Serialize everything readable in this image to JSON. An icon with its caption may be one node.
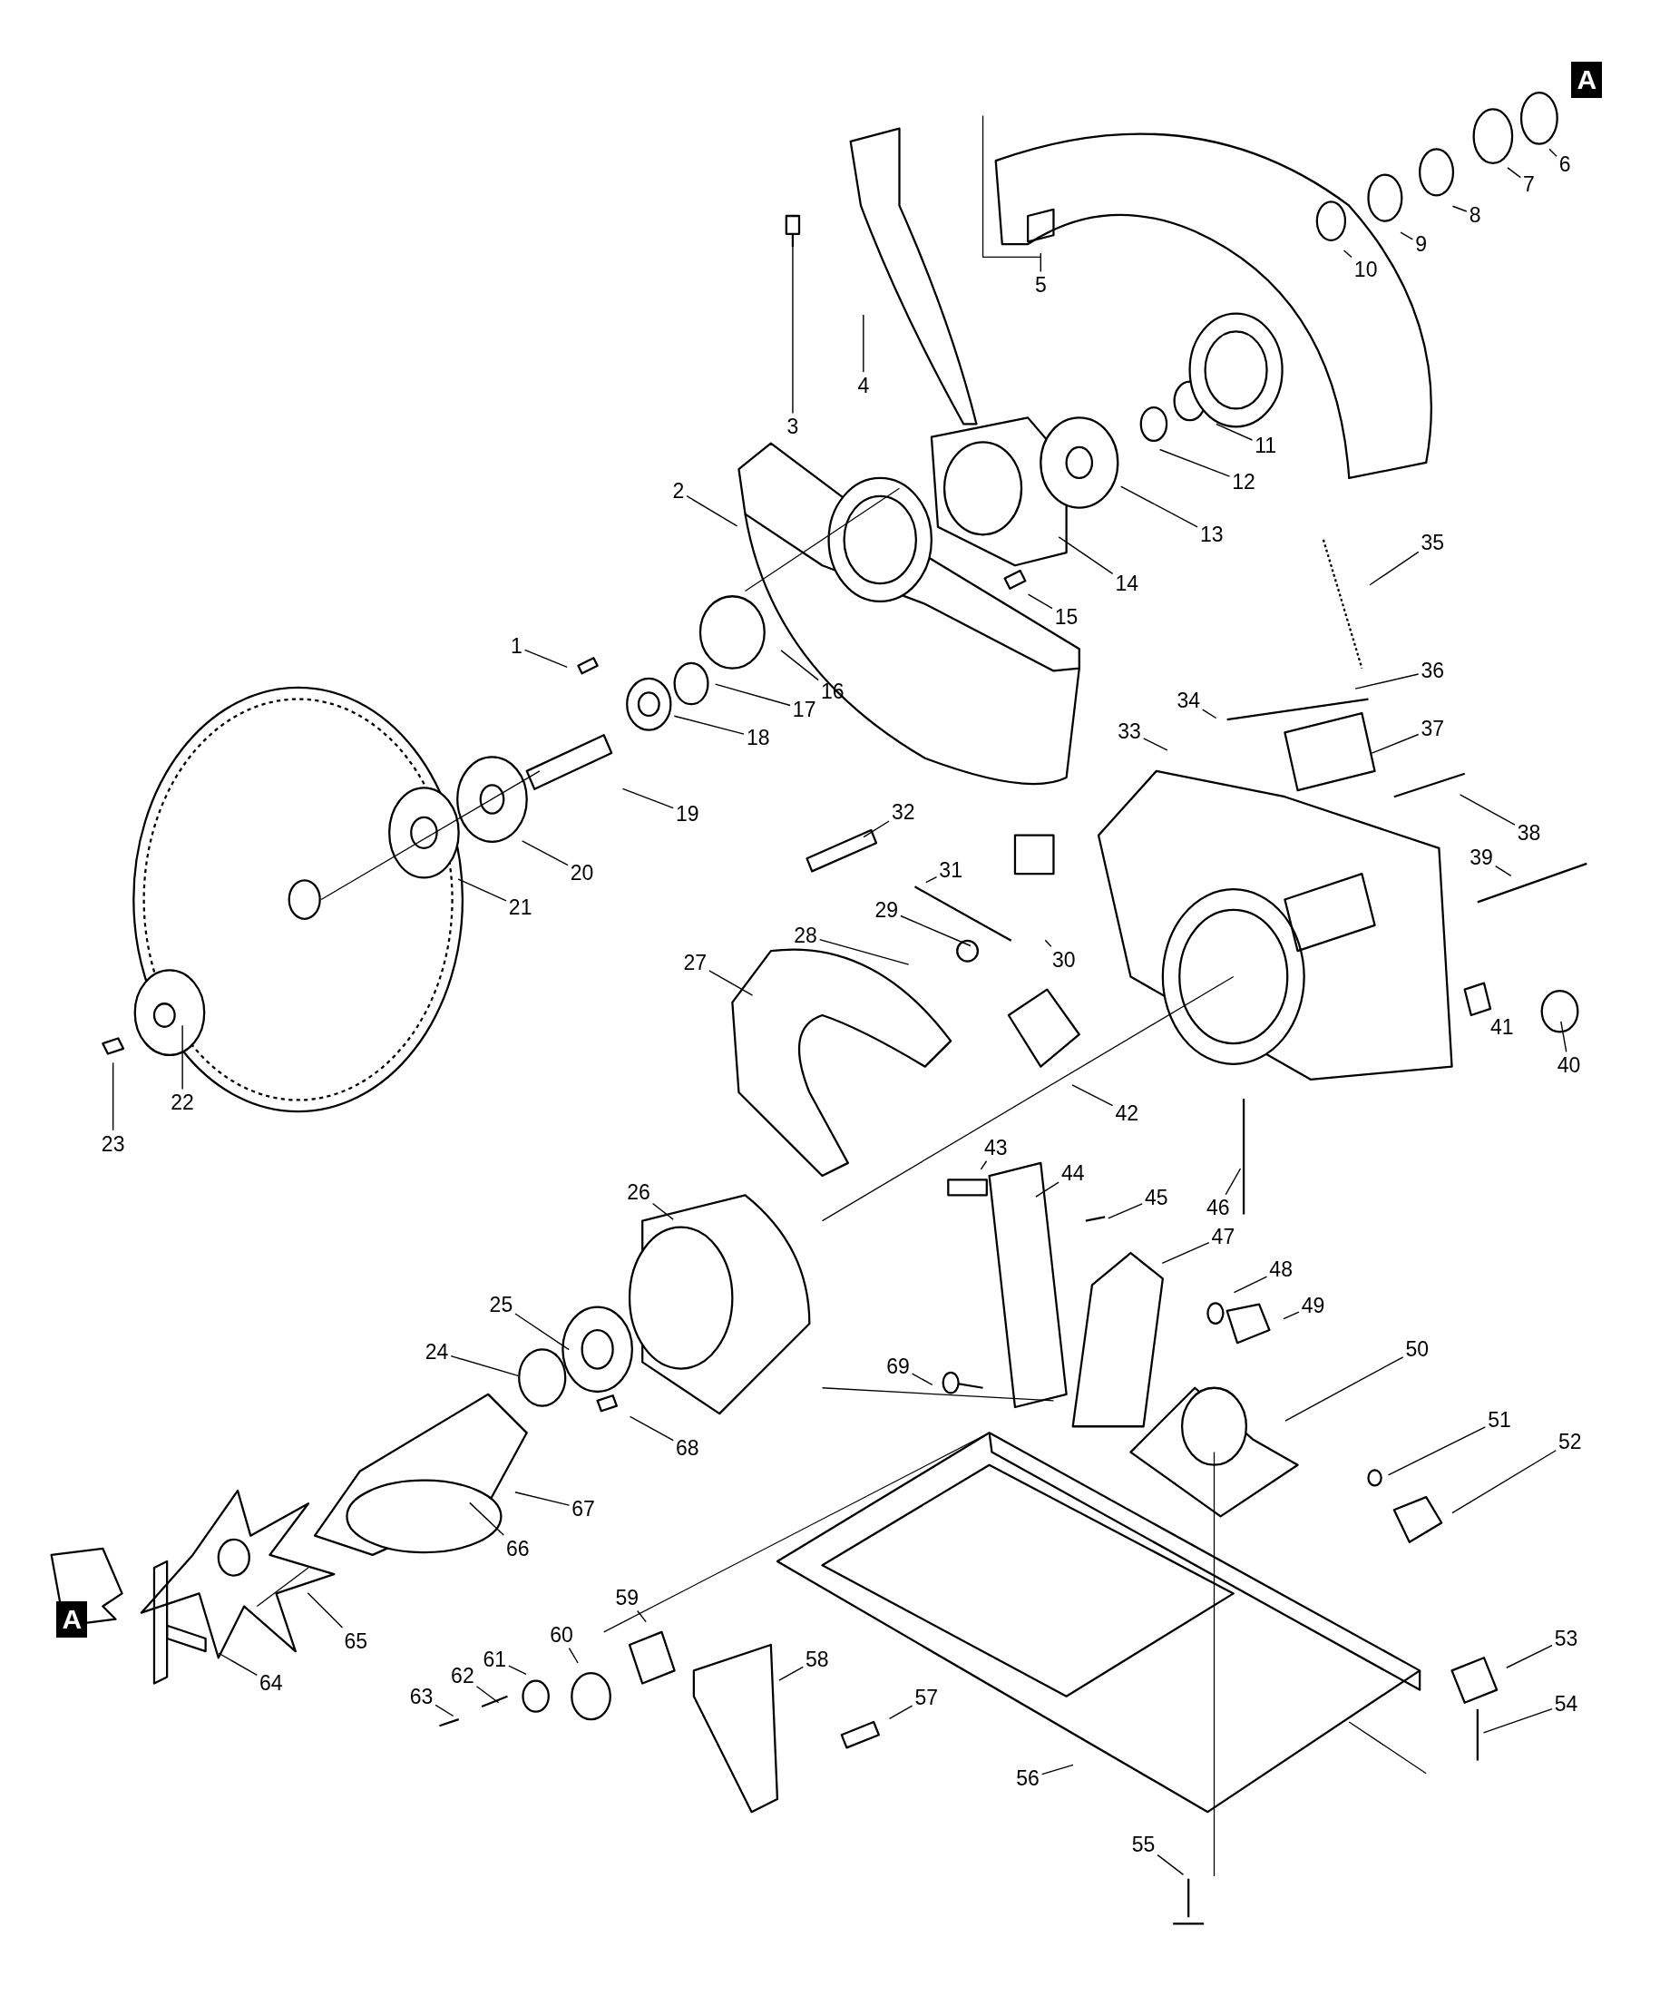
{
  "diagram": {
    "nodes": [
      {
        "text": [
          "1"
        ]
      },
      {
        "text": [
          "2"
        ]
      },
      {
        "text": [
          "3"
        ]
      },
      {
        "text": [
          "4"
        ]
      },
      {
        "text": [
          "5"
        ]
      },
      {
        "text": [
          "6"
        ]
      },
      {
        "text": [
          "7"
        ]
      },
      {
        "text": [
          "8"
        ]
      },
      {
        "text": [
          "9"
        ]
      },
      {
        "text": [
          "10"
        ]
      },
      {
        "text": [
          "11"
        ]
      },
      {
        "text": [
          "12"
        ]
      },
      {
        "text": [
          "13"
        ]
      },
      {
        "text": [
          "14"
        ]
      },
      {
        "text": [
          "15"
        ]
      },
      {
        "text": [
          "16"
        ]
      },
      {
        "text": [
          "17"
        ]
      },
      {
        "text": [
          "18"
        ]
      },
      {
        "text": [
          "19"
        ]
      },
      {
        "text": [
          "20"
        ]
      },
      {
        "text": [
          "21"
        ]
      },
      {
        "text": [
          "22"
        ]
      },
      {
        "text": [
          "23"
        ]
      },
      {
        "text": [
          "24"
        ]
      },
      {
        "text": [
          "25"
        ]
      },
      {
        "text": [
          "26"
        ]
      },
      {
        "text": [
          "27"
        ]
      },
      {
        "text": [
          "28"
        ]
      },
      {
        "text": [
          "29"
        ]
      },
      {
        "text": [
          "30"
        ]
      },
      {
        "text": [
          "31"
        ]
      },
      {
        "text": [
          "32"
        ]
      },
      {
        "text": [
          "33"
        ]
      },
      {
        "text": [
          "34"
        ]
      },
      {
        "text": [
          "35"
        ]
      },
      {
        "text": [
          "36"
        ]
      },
      {
        "text": [
          "37"
        ]
      },
      {
        "text": [
          "38"
        ]
      },
      {
        "text": [
          "39"
        ]
      },
      {
        "text": [
          "40"
        ]
      },
      {
        "text": [
          "41"
        ]
      },
      {
        "text": [
          "42"
        ]
      },
      {
        "text": [
          "43"
        ]
      },
      {
        "text": [
          "44"
        ]
      },
      {
        "text": [
          "45"
        ]
      },
      {
        "text": [
          "46"
        ]
      },
      {
        "text": [
          "47"
        ]
      },
      {
        "text": [
          "48"
        ]
      },
      {
        "text": [
          "49"
        ]
      },
      {
        "text": [
          "50"
        ]
      },
      {
        "text": [
          "51"
        ]
      },
      {
        "text": [
          "52"
        ]
      },
      {
        "text": [
          "53"
        ]
      },
      {
        "text": [
          "54"
        ]
      },
      {
        "text": [
          "55"
        ]
      },
      {
        "text": [
          "56"
        ]
      },
      {
        "text": [
          "57"
        ]
      },
      {
        "text": [
          "58"
        ]
      },
      {
        "text": [
          "59"
        ]
      },
      {
        "text": [
          "60"
        ]
      },
      {
        "text": [
          "61"
        ]
      },
      {
        "text": [
          "62"
        ]
      },
      {
        "text": [
          "63"
        ]
      },
      {
        "text": [
          "64"
        ]
      },
      {
        "text": [
          "65"
        ]
      },
      {
        "text": [
          "66"
        ]
      },
      {
        "text": [
          "67"
        ]
      },
      {
        "text": [
          "68"
        ]
      },
      {
        "text": [
          "69"
        ]
      }
    ],
    "edges": [
      {
        "from": 0,
        "to": null,
        "arrow": "none"
      },
      {
        "from": 1,
        "to": null,
        "arrow": "none"
      },
      {
        "from": 2,
        "to": null,
        "arrow": "none"
      },
      {
        "from": 3,
        "to": null,
        "arrow": "none"
      },
      {
        "from": 4,
        "to": null,
        "arrow": "none"
      },
      {
        "from": 5,
        "to": null,
        "arrow": "none"
      },
      {
        "from": 6,
        "to": null,
        "arrow": "none"
      },
      {
        "from": 7,
        "to": null,
        "arrow": "none"
      },
      {
        "from": 8,
        "to": null,
        "arrow": "none"
      },
      {
        "from": 9,
        "to": null,
        "arrow": "none"
      },
      {
        "from": 10,
        "to": null,
        "arrow": "none"
      },
      {
        "from": 11,
        "to": null,
        "arrow": "none"
      },
      {
        "from": 12,
        "to": null,
        "arrow": "none"
      },
      {
        "from": 13,
        "to": null,
        "arrow": "none"
      },
      {
        "from": 14,
        "to": null,
        "arrow": "none"
      },
      {
        "from": 15,
        "to": null,
        "arrow": "none"
      },
      {
        "from": 16,
        "to": null,
        "arrow": "none"
      },
      {
        "from": 17,
        "to": null,
        "arrow": "none"
      },
      {
        "from": 18,
        "to": null,
        "arrow": "none"
      },
      {
        "from": 19,
        "to": null,
        "arrow": "none"
      },
      {
        "from": 20,
        "to": null,
        "arrow": "none"
      },
      {
        "from": 21,
        "to": null,
        "arrow": "none"
      },
      {
        "from": 22,
        "to": null,
        "arrow": "none"
      },
      {
        "from": 23,
        "to": null,
        "arrow": "none"
      },
      {
        "from": 24,
        "to": null,
        "arrow": "none"
      },
      {
        "from": 25,
        "to": null,
        "arrow": "none"
      },
      {
        "from": 26,
        "to": null,
        "arrow": "none"
      },
      {
        "from": 27,
        "to": null,
        "arrow": "none"
      },
      {
        "from": 28,
        "to": null,
        "arrow": "none"
      },
      {
        "from": 29,
        "to": null,
        "arrow": "none"
      },
      {
        "from": 30,
        "to": null,
        "arrow": "none"
      },
      {
        "from": 31,
        "to": null,
        "arrow": "none"
      },
      {
        "from": 32,
        "to": null,
        "arrow": "none"
      },
      {
        "from": 33,
        "to": null,
        "arrow": "none"
      },
      {
        "from": 34,
        "to": null,
        "arrow": "none"
      },
      {
        "from": 35,
        "to": null,
        "arrow": "none"
      },
      {
        "from": 36,
        "to": null,
        "arrow": "none"
      },
      {
        "from": 37,
        "to": null,
        "arrow": "none"
      },
      {
        "from": 38,
        "to": null,
        "arrow": "none"
      },
      {
        "from": 39,
        "to": null,
        "arrow": "none"
      },
      {
        "from": 40,
        "to": null,
        "arrow": "none"
      },
      {
        "from": 41,
        "to": null,
        "arrow": "none"
      },
      {
        "from": 42,
        "to": null,
        "arrow": "none"
      },
      {
        "from": 43,
        "to": null,
        "arrow": "none"
      },
      {
        "from": 44,
        "to": null,
        "arrow": "none"
      },
      {
        "from": 45,
        "to": null,
        "arrow": "none"
      },
      {
        "from": 46,
        "to": null,
        "arrow": "none"
      },
      {
        "from": 47,
        "to": null,
        "arrow": "none"
      },
      {
        "from": 48,
        "to": null,
        "arrow": "none"
      },
      {
        "from": 49,
        "to": null,
        "arrow": "none"
      },
      {
        "from": 50,
        "to": null,
        "arrow": "none"
      },
      {
        "from": 51,
        "to": null,
        "arrow": "none"
      },
      {
        "from": 52,
        "to": null,
        "arrow": "none"
      },
      {
        "from": 53,
        "to": null,
        "arrow": "none"
      },
      {
        "from": 54,
        "to": null,
        "arrow": "none"
      },
      {
        "from": 55,
        "to": null,
        "arrow": "none"
      },
      {
        "from": 56,
        "to": null,
        "arrow": "none"
      },
      {
        "from": 57,
        "to": null,
        "arrow": "none"
      },
      {
        "from": 58,
        "to": null,
        "arrow": "none"
      },
      {
        "from": 59,
        "to": null,
        "arrow": "none"
      },
      {
        "from": 60,
        "to": null,
        "arrow": "none"
      },
      {
        "from": 61,
        "to": null,
        "arrow": "none"
      },
      {
        "from": 62,
        "to": null,
        "arrow": "none"
      },
      {
        "from": 63,
        "to": null,
        "arrow": "none"
      },
      {
        "from": 64,
        "to": null,
        "arrow": "none"
      },
      {
        "from": 65,
        "to": null,
        "arrow": "none"
      },
      {
        "from": 66,
        "to": null,
        "arrow": "none"
      },
      {
        "from": 67,
        "to": null,
        "arrow": "none"
      },
      {
        "from": 68,
        "to": null,
        "arrow": "none"
      }
    ],
    "labels": [
      "A",
      "A"
    ]
  }
}
